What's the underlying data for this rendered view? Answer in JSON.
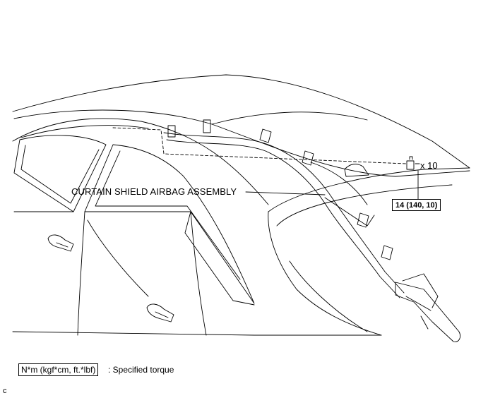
{
  "callouts": {
    "airbag_assembly": "CURTAIN SHIELD AIRBAG ASSEMBLY",
    "bolt_count": "x 10",
    "torque_value": "14 (140, 10)"
  },
  "legend": {
    "unit_box": "N*m (kgf*cm, ft.*lbf)",
    "description": ": Specified torque"
  },
  "corner_mark": "c"
}
